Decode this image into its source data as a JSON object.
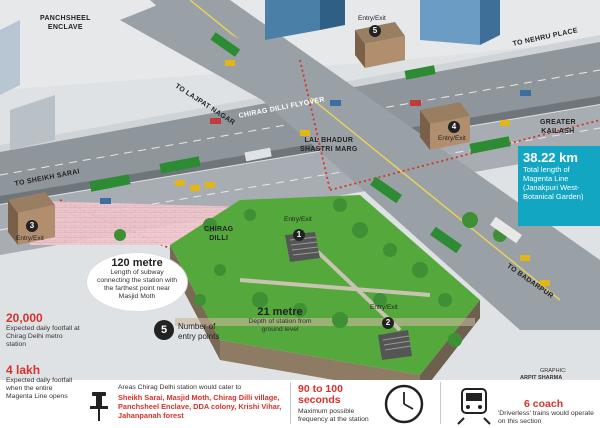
{
  "areas": {
    "panchsheel": "PANCHSHEEL\nENCLAVE",
    "lajpat": "TO LAJPAT NAGAR",
    "nehru": "TO NEHRU PLACE",
    "flyover": "CHIRAG DILLI FLYOVER",
    "sheikh": "TO SHEIKH SARAI",
    "lbs": "LAL BHADUR\nSHASTRI MARG",
    "greater_kailash": "GREATER\nKAILASH",
    "chirag": "CHIRAG\nDILLI",
    "badarpur": "TO BADARPUR"
  },
  "entries": {
    "e5": {
      "num": "5",
      "label": "Entry/Exit"
    },
    "e4": {
      "num": "4",
      "label": "Entry/Exit"
    },
    "e3": {
      "num": "3",
      "label": "Entry/Exit"
    },
    "e1": {
      "num": "1",
      "label": "Entry/Exit"
    },
    "e2": {
      "num": "2",
      "label": "Entry/Exit"
    }
  },
  "magenta": {
    "value": "38.22 km",
    "text": "Total length of Magenta Line (Janakpuri West-Botanical Garden)"
  },
  "subway": {
    "value": "120 metre",
    "text": "Length of subway connecting the station with the farthest point near Masjid Moth"
  },
  "entry_points": {
    "num": "5",
    "text": "Number of entry points"
  },
  "depth": {
    "value": "21 metre",
    "text": "Depth of station from ground level"
  },
  "stats": {
    "footfall": {
      "value": "20,000",
      "text": "Expected daily footfall at Chirag Delhi metro station"
    },
    "lakh": {
      "value": "4 lakh",
      "text": "Expected daily footfall when the entire Magenta Line opens"
    }
  },
  "areas_served": {
    "intro": "Areas Chirag Delhi station would cater to",
    "list": "Sheikh Sarai, Masjid Moth, Chirag Dilli village, Panchsheel Enclave, DDA colony, Krishi Vihar, Jahanpanah forest"
  },
  "frequency": {
    "value": "90 to 100 seconds",
    "text": "Maximum possible frequency at the station"
  },
  "coach": {
    "value": "6 coach",
    "text": "'Driverless' trains would operate on this section"
  },
  "credit": {
    "label": "GRAPHIC:",
    "name": "ARPIT SHARMA"
  },
  "icons": [
    "pin-icon",
    "clock-icon",
    "train-icon"
  ],
  "colors": {
    "accent_red": "#d6322a",
    "info_box": "#12a6c2",
    "road": "#8e969c",
    "grass": "#55a83c",
    "bus": "#2d8b34",
    "taxi": "#e2b617"
  }
}
